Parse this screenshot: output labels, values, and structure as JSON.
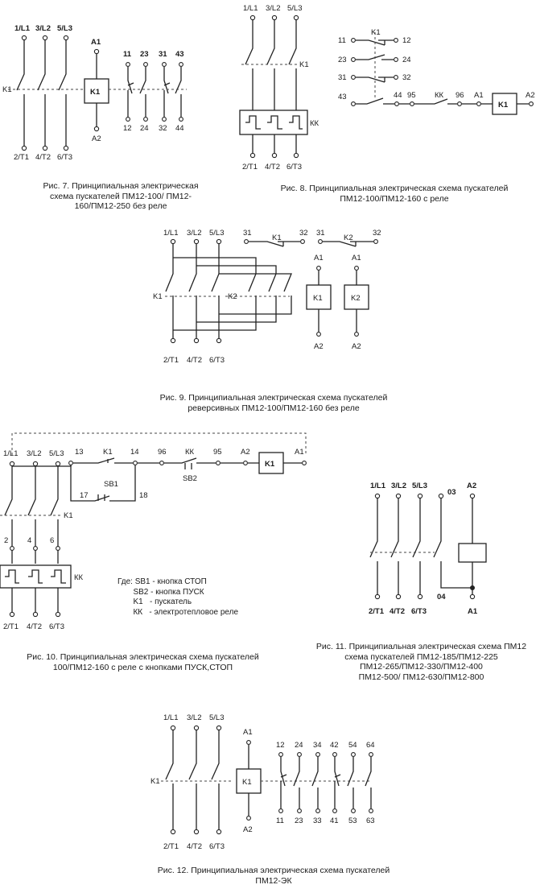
{
  "fig7": {
    "phases": [
      "1/L1",
      "3/L2",
      "5/L3"
    ],
    "outs": [
      "2/T1",
      "4/T2",
      "6/T3"
    ],
    "coil_top": "A1",
    "coil_bot": "A2",
    "coil": "K1",
    "contactor": "K1",
    "aux_top": [
      "11",
      "23",
      "31",
      "43"
    ],
    "aux_bot": [
      "12",
      "24",
      "32",
      "44"
    ],
    "caption": [
      "Рис. 7. Принципиальная электрическая",
      "схема пускателей ПМ12-100/ ПМ12-",
      "160/ПМ12-250 без реле"
    ]
  },
  "fig8": {
    "phases": [
      "1/L1",
      "3/L2",
      "5/L3"
    ],
    "outs": [
      "2/T1",
      "4/T2",
      "6/T3"
    ],
    "contactor": "K1",
    "relay": "КК",
    "aux_k": "K1",
    "aux_left": [
      "11",
      "23",
      "31",
      "43"
    ],
    "aux_right": [
      "12",
      "24",
      "32"
    ],
    "chain": [
      "44",
      "95",
      "КК",
      "96",
      "A1",
      "A2"
    ],
    "coil": "K1",
    "caption": [
      "Рис. 8. Принципиальная электрическая схема пускателей",
      "ПМ12-100/ПМ12-160 с реле"
    ]
  },
  "fig9": {
    "phases": [
      "1/L1",
      "3/L2",
      "5/L3"
    ],
    "outs": [
      "2/T1",
      "4/T2",
      "6/T3"
    ],
    "k1": "K1",
    "k2": "K2",
    "aux1": [
      "31",
      "K1",
      "32"
    ],
    "aux2": [
      "31",
      "K2",
      "32"
    ],
    "coil1": [
      "A1",
      "K1",
      "A2"
    ],
    "coil2": [
      "A1",
      "K2",
      "A2"
    ],
    "caption": [
      "Рис. 9. Принципиальная электрическая схема пускателей",
      "реверсивных ПМ12-100/ПМ12-160 без реле"
    ]
  },
  "fig10": {
    "phases": [
      "1/L1",
      "3/L2",
      "5/L3"
    ],
    "outs": [
      "2/T1",
      "4/T2",
      "6/T3"
    ],
    "mid": [
      "2",
      "4",
      "6"
    ],
    "k1": "K1",
    "relay": "КК",
    "top_labels": [
      "13",
      "K1",
      "14",
      "96",
      "КК",
      "95",
      "A2",
      "A1"
    ],
    "coil": "K1",
    "sb1": "SB1",
    "sb2": "SB2",
    "t17": "17",
    "t18": "18",
    "legend": [
      "Где: SB1 - кнопка СТОП",
      "       SB2 - кнопка ПУСК",
      "       K1   - пускатель",
      "       КК   - электротепловое реле"
    ],
    "caption": [
      "Рис. 10. Принципиальная электрическая схема пускателей",
      "100/ПМ12-160 с реле с кнопками ПУСК,СТОП"
    ]
  },
  "fig11": {
    "phases": [
      "1/L1",
      "3/L2",
      "5/L3"
    ],
    "outs": [
      "2/T1",
      "4/T2",
      "6/T3"
    ],
    "t03": "03",
    "a2": "A2",
    "t04": "04",
    "a1": "A1",
    "caption": [
      "Рис. 11. Принципиальная электрическая схема ПМ12",
      "схема пускателей ПМ12-185/ПМ12-225",
      "ПМ12-265/ПМ12-330/ПМ12-400",
      "ПМ12-500/ ПМ12-630/ПМ12-800"
    ]
  },
  "fig12": {
    "phases": [
      "1/L1",
      "3/L2",
      "5/L3"
    ],
    "outs": [
      "2/T1",
      "4/T2",
      "6/T3"
    ],
    "contactor": "K1",
    "coil_top": "A1",
    "coil": "K1",
    "coil_bot": "A2",
    "aux_top": [
      "12",
      "24",
      "34",
      "42",
      "54",
      "64"
    ],
    "aux_bot": [
      "11",
      "23",
      "33",
      "41",
      "53",
      "63"
    ],
    "caption": [
      "Рис. 12. Принципиальная электрическая схема пускателей",
      "ПМ12-ЭК"
    ]
  }
}
